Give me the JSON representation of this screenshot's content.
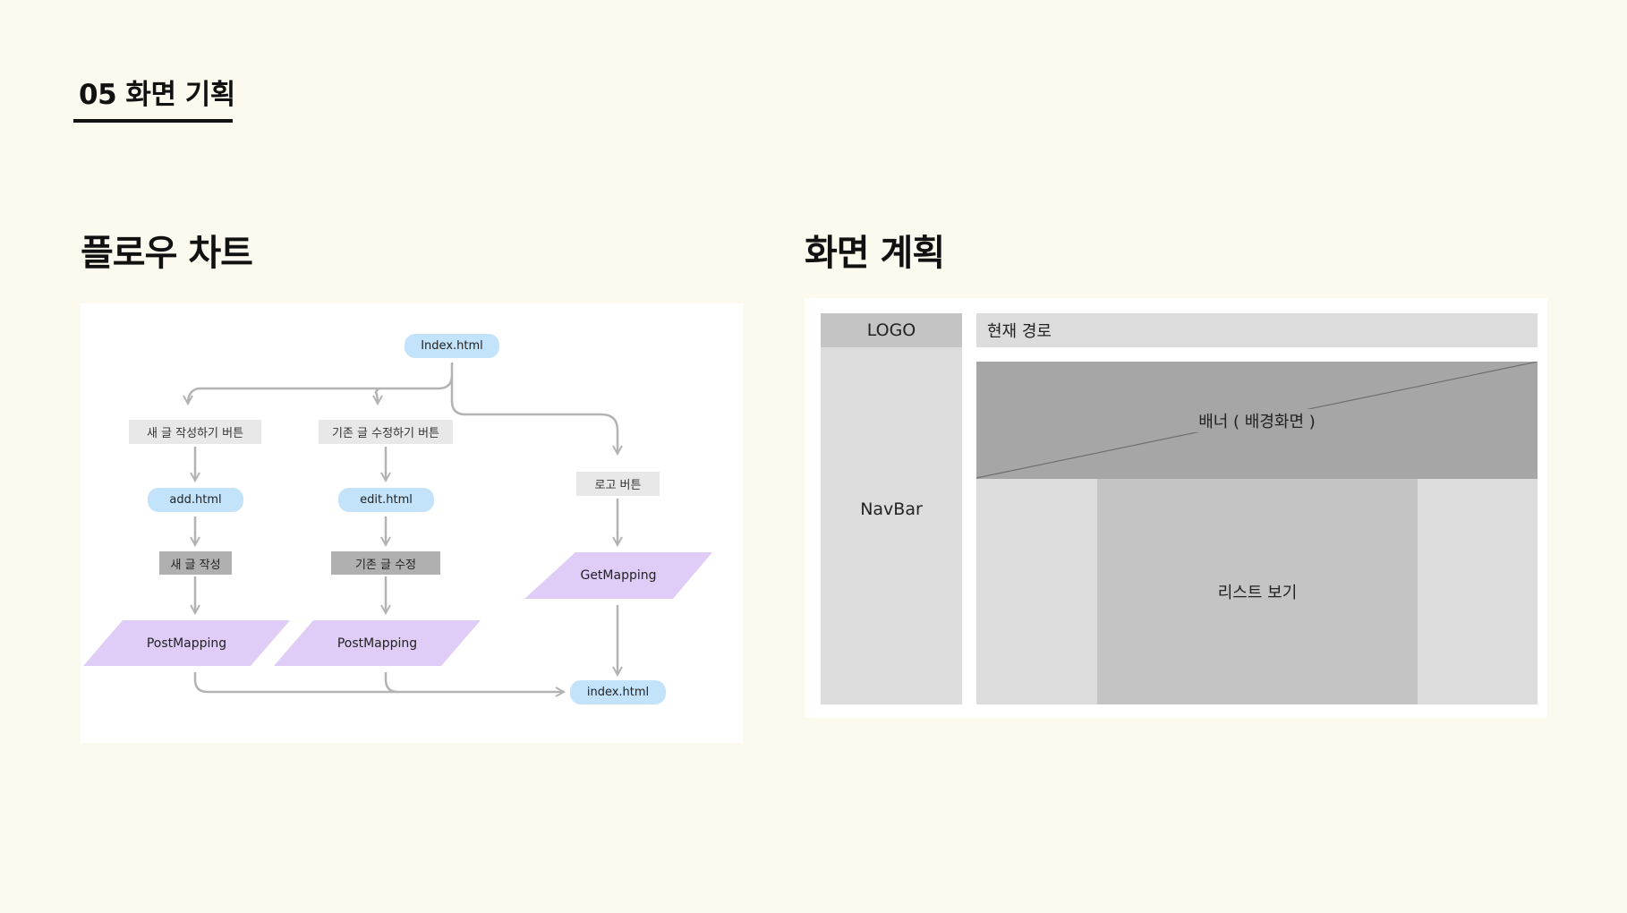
{
  "page": {
    "title": "05 화면 기획"
  },
  "flow_section": {
    "title": "플로우 차트",
    "nodes": {
      "index_top": "Index.html",
      "new_post_btn": "새 글 작성하기 버튼",
      "edit_post_btn": "기존 글 수정하기 버튼",
      "logo_btn": "로고 버튼",
      "add_html": "add.html",
      "edit_html": "edit.html",
      "new_post": "새 글 작성",
      "edit_post": "기존 글 수정",
      "post_mapping_1": "PostMapping",
      "post_mapping_2": "PostMapping",
      "get_mapping": "GetMapping",
      "index_bottom": "index.html"
    },
    "colors": {
      "page_pill": "#c3e3fb",
      "mapping": "#dfcdf8",
      "button_label": "#e8e8e8",
      "action_label": "#b0b0b0",
      "edge": "#b3b3b3"
    }
  },
  "plan_section": {
    "title": "화면 계획",
    "wireframe": {
      "logo": "LOGO",
      "breadcrumb": "현재 경로",
      "banner": "배너 ( 배경화면 )",
      "navbar": "NavBar",
      "list": "리스트 보기"
    },
    "colors": {
      "logo_box": "#c4c4c4",
      "navbar_box": "#dcdcdc",
      "breadcrumb_box": "#dcdcdc",
      "banner_box": "#a6a6a6",
      "side_box": "#dcdcdc",
      "list_box": "#c4c4c4"
    }
  }
}
